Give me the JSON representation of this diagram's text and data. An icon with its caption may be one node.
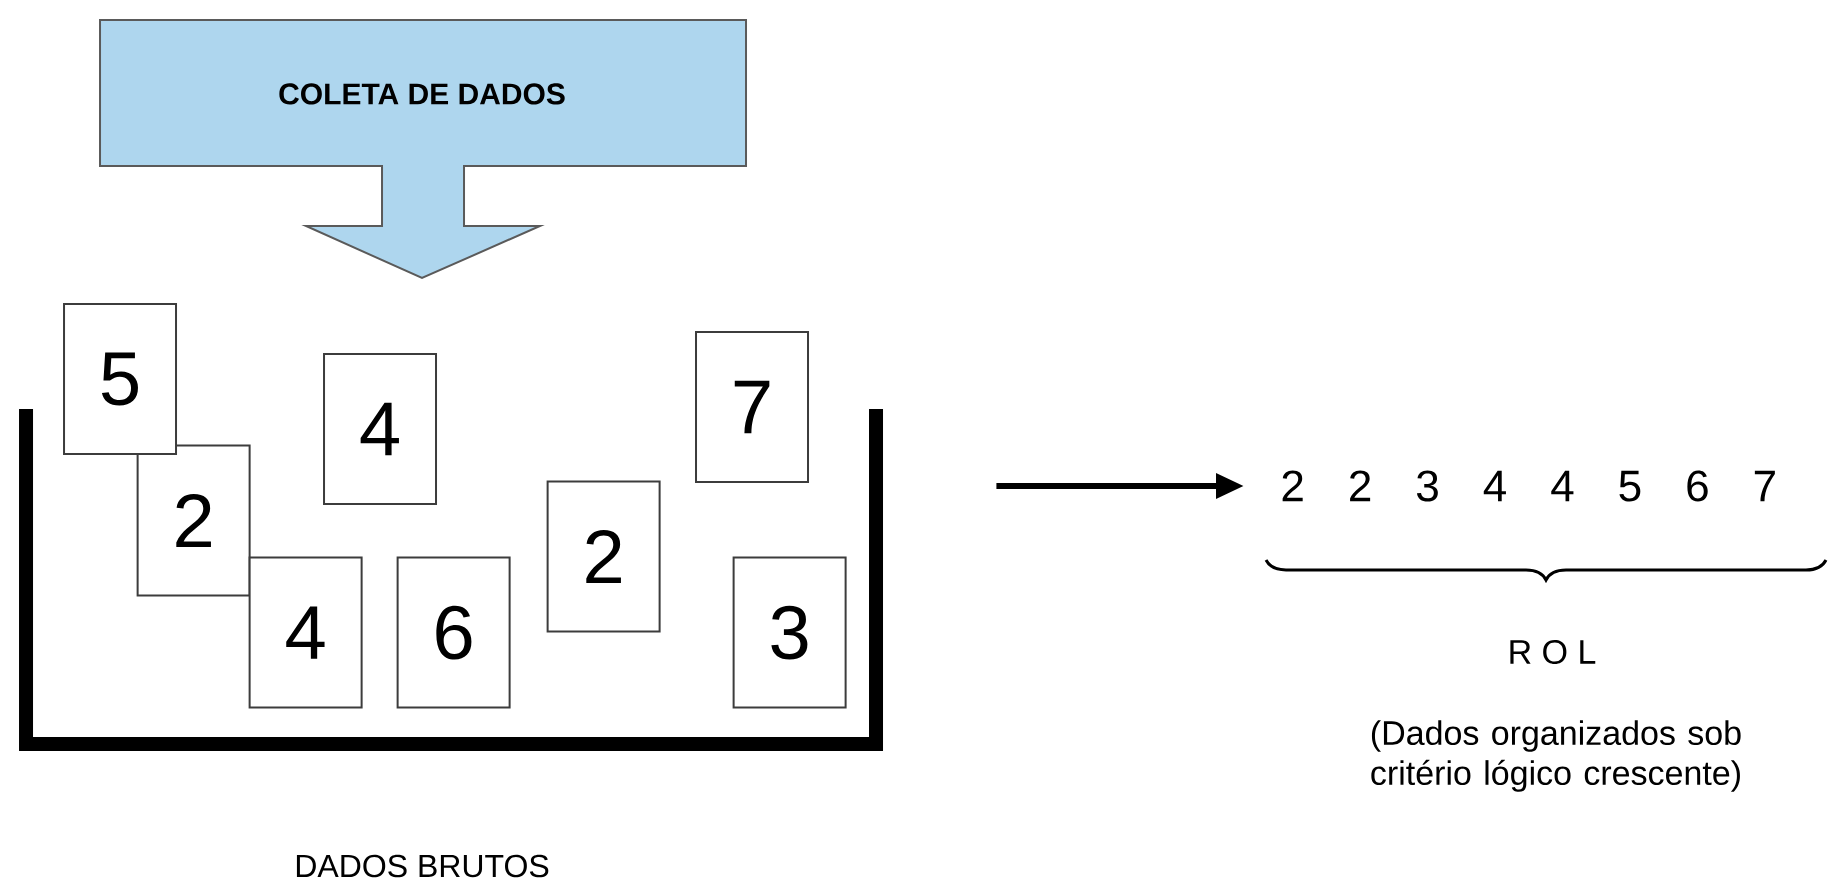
{
  "diagram": {
    "nodes": [
      {
        "text": [
          "COLETA DE DADOS"
        ]
      },
      {
        "text": [
          "DADOS BRUTOS"
        ]
      },
      {
        "text": [
          "5"
        ]
      },
      {
        "text": [
          "2"
        ],
        "in": 1
      },
      {
        "text": [
          "4"
        ]
      },
      {
        "text": [
          "4"
        ],
        "in": 1
      },
      {
        "text": [
          "6"
        ],
        "in": 1
      },
      {
        "text": [
          "2"
        ],
        "in": 1
      },
      {
        "text": [
          "7"
        ]
      },
      {
        "text": [
          "3"
        ],
        "in": 1
      },
      {
        "text": [
          "2 2 3 4 4 5 6 7"
        ]
      }
    ],
    "edges": [
      {
        "from": 1,
        "to": 10,
        "arrow": "to"
      }
    ],
    "labels": [
      "R O L",
      "(Dados organizados sob critério lógico crescente)"
    ]
  }
}
